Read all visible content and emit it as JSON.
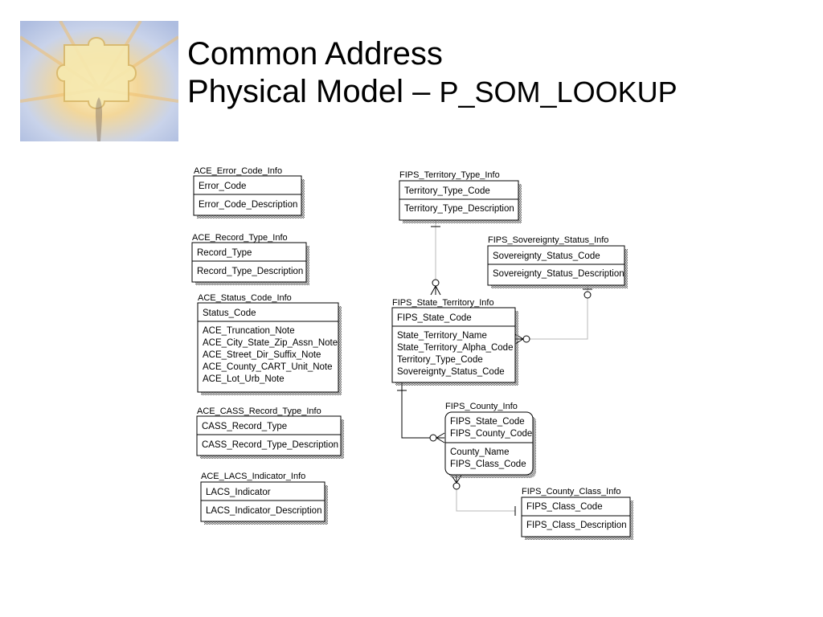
{
  "title": {
    "line1": "Common Address",
    "line2_main": "Physical Model –",
    "line2_sub": "P_SOM_LOOKUP"
  },
  "logo": {
    "icon": "puzzle-piece-sunburst-logo"
  },
  "entities": [
    {
      "id": "ace_error_code_info",
      "name": "ACE_Error_Code_Info",
      "key_fields": [
        "Error_Code"
      ],
      "attributes": [
        "Error_Code_Description"
      ]
    },
    {
      "id": "ace_record_type_info",
      "name": "ACE_Record_Type_Info",
      "key_fields": [
        "Record_Type"
      ],
      "attributes": [
        "Record_Type_Description"
      ]
    },
    {
      "id": "ace_status_code_info",
      "name": "ACE_Status_Code_Info",
      "key_fields": [
        "Status_Code"
      ],
      "attributes": [
        "ACE_Truncation_Note",
        "ACE_City_State_Zip_Assn_Note",
        "ACE_Street_Dir_Suffix_Note",
        "ACE_County_CART_Unit_Note",
        "ACE_Lot_Urb_Note"
      ]
    },
    {
      "id": "ace_cass_record_type_info",
      "name": "ACE_CASS_Record_Type_Info",
      "key_fields": [
        "CASS_Record_Type"
      ],
      "attributes": [
        "CASS_Record_Type_Description"
      ]
    },
    {
      "id": "ace_lacs_indicator_info",
      "name": "ACE_LACS_Indicator_Info",
      "key_fields": [
        "LACS_Indicator"
      ],
      "attributes": [
        "LACS_Indicator_Description"
      ]
    },
    {
      "id": "fips_territory_type_info",
      "name": "FIPS_Territory_Type_Info",
      "key_fields": [
        "Territory_Type_Code"
      ],
      "attributes": [
        "Territory_Type_Description"
      ]
    },
    {
      "id": "fips_sovereignty_status_info",
      "name": "FIPS_Sovereignty_Status_Info",
      "key_fields": [
        "Sovereignty_Status_Code"
      ],
      "attributes": [
        "Sovereignty_Status_Description"
      ]
    },
    {
      "id": "fips_state_territory_info",
      "name": "FIPS_State_Territory_Info",
      "key_fields": [
        "FIPS_State_Code"
      ],
      "attributes": [
        "State_Territory_Name",
        "State_Territory_Alpha_Code",
        "Territory_Type_Code",
        "Sovereignty_Status_Code"
      ]
    },
    {
      "id": "fips_county_info",
      "name": "FIPS_County_Info",
      "key_fields": [
        "FIPS_State_Code",
        "FIPS_County_Code"
      ],
      "attributes": [
        "County_Name",
        "FIPS_Class_Code"
      ]
    },
    {
      "id": "fips_county_class_info",
      "name": "FIPS_County_Class_Info",
      "key_fields": [
        "FIPS_Class_Code"
      ],
      "attributes": [
        "FIPS_Class_Description"
      ]
    }
  ],
  "relationships": [
    {
      "from": "fips_territory_type_info",
      "to": "fips_state_territory_info",
      "parent_end": "one",
      "child_end": "zero-or-more"
    },
    {
      "from": "fips_sovereignty_status_info",
      "to": "fips_state_territory_info",
      "parent_end": "zero-or-one",
      "child_end": "zero-or-more"
    },
    {
      "from": "fips_state_territory_info",
      "to": "fips_county_info",
      "parent_end": "one",
      "child_end": "zero-or-more"
    },
    {
      "from": "fips_county_class_info",
      "to": "fips_county_info",
      "parent_end": "one",
      "child_end": "zero-or-more"
    }
  ]
}
